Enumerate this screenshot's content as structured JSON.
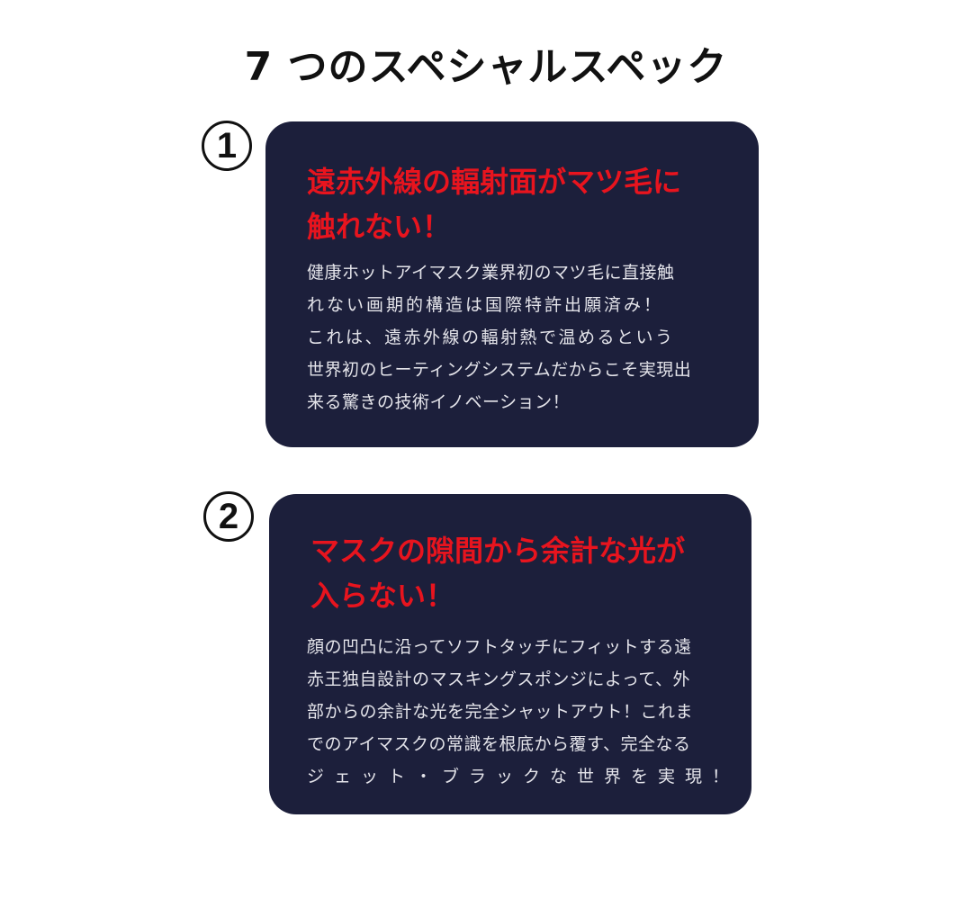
{
  "page": {
    "title": "7 つのスペシャルスペック"
  },
  "colors": {
    "card_background": "#1c1f3b",
    "heading_red": "#e8141e",
    "body_text": "#e4e4ea",
    "title_black": "#111111"
  },
  "specs": [
    {
      "number": "1",
      "number_icon": "circled-number-1-icon",
      "heading_lines": [
        "遠赤外線の輻射面がマツ毛に",
        "触れない！"
      ],
      "body_lines": [
        "健康ホットアイマスク業界初のマツ毛に直接触",
        "れない画期的構造は国際特許出願済み！",
        "これは、遠赤外線の輻射熱で温めるという",
        "世界初のヒーティングシステムだからこそ実現出",
        "来る驚きの技術イノベーション！"
      ]
    },
    {
      "number": "2",
      "number_icon": "circled-number-2-icon",
      "heading_lines": [
        "マスクの隙間から余計な光が",
        "入らない！"
      ],
      "body_lines": [
        "顔の凹凸に沿ってソフトタッチにフィットする遠",
        "赤王独自設計のマスキングスポンジによって、外",
        "部からの余計な光を完全シャットアウト！これま",
        "でのアイマスクの常識を根底から覆す、完全なる",
        "ジェット・ブラックな世界を実現！"
      ]
    }
  ]
}
